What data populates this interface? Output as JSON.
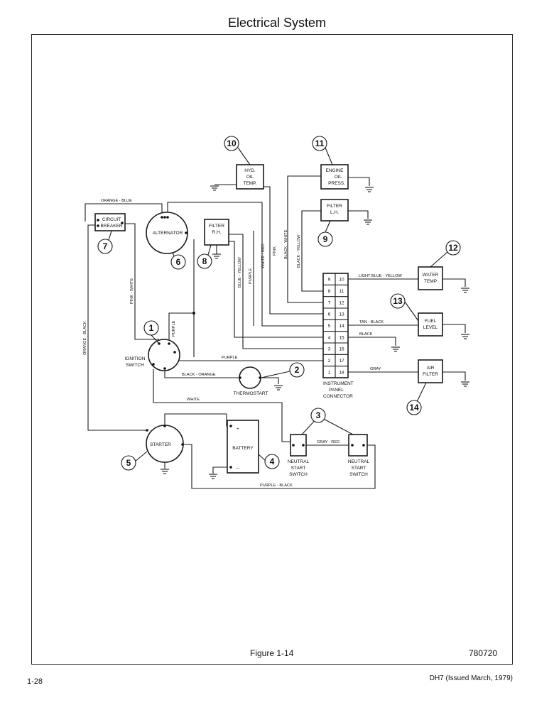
{
  "page": {
    "title": "Electrical System",
    "figure_caption": "Figure 1-14",
    "figure_code": "780720",
    "page_number": "1-28",
    "doc_ref": "DH7 (Issued March, 1979)"
  },
  "components": {
    "hyd_oil_temp": [
      "HYD.",
      "OIL",
      "TEMP."
    ],
    "engine_oil_press": [
      "ENGINE",
      "OIL",
      "PRESS."
    ],
    "filter_lh": [
      "FILTER",
      "L.H."
    ],
    "filter_rh": [
      "FILTER",
      "R.H."
    ],
    "circuit_breaker": [
      "CIRCUIT",
      "BREAKER"
    ],
    "alternator": "ALTERNATOR",
    "ignition_switch": [
      "IGNITION",
      "SWITCH"
    ],
    "thermostart": "THERMOSTART",
    "water_temp": [
      "WATER",
      "TEMP"
    ],
    "fuel_level": [
      "FUEL",
      "LEVEL"
    ],
    "air_filter": [
      "AIR",
      "FILTER"
    ],
    "starter": "STARTER",
    "battery": "BATTERY",
    "battery_plus": "+",
    "battery_minus": "–",
    "neutral_start_switch": [
      "NEUTRAL",
      "START",
      "SWITCH"
    ],
    "instrument_panel_connector": [
      "INSTRUMENT",
      "PANEL",
      "CONNECTOR"
    ]
  },
  "connector": {
    "left_pins": [
      "9",
      "8",
      "7",
      "6",
      "5",
      "4",
      "3",
      "2",
      "1"
    ],
    "right_pins": [
      "10",
      "11",
      "12",
      "13",
      "14",
      "15",
      "16",
      "17",
      "18"
    ]
  },
  "wires": {
    "orange_blue": "ORANGE - BLUE",
    "orange_black": "ORANGE - BLACK",
    "pink_white": "PINK - WHITE",
    "purple_vertical": "PURPLE",
    "blue_yellow": "BLUE - YELLOW",
    "purple_mid": "PURPLE",
    "white_red": "WHITE - RED",
    "pink": "PINK",
    "black_white": "BLACK - WHITE",
    "black_yellow": "BLACK - YELLOW",
    "light_blue_yellow": "LIGHT BLUE - YELLOW",
    "tan_black": "TAN - BLACK",
    "black": "BLACK",
    "purple_horizontal": "PURPLE",
    "gray": "GRAY",
    "black_orange": "BLACK - ORANGE",
    "white": "WHITE",
    "gray_red": "GRAY - RED",
    "purple_black": "PURPLE - BLACK"
  },
  "callouts": [
    "1",
    "2",
    "3",
    "4",
    "5",
    "6",
    "7",
    "8",
    "9",
    "10",
    "11",
    "12",
    "13",
    "14"
  ]
}
